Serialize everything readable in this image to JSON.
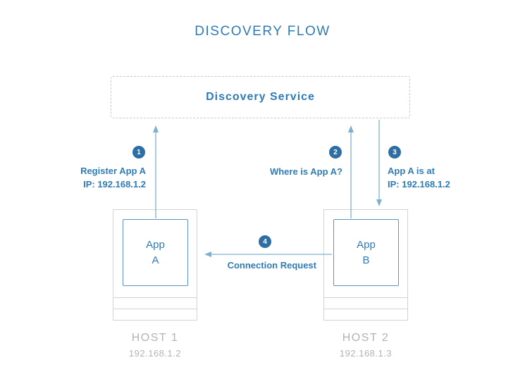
{
  "title": "DISCOVERY FLOW",
  "service": {
    "label": "Discovery Service"
  },
  "hosts": [
    {
      "name": "HOST 1",
      "ip": "192.168.1.2",
      "app_line1": "App",
      "app_line2": "A"
    },
    {
      "name": "HOST 2",
      "ip": "192.168.1.3",
      "app_line1": "App",
      "app_line2": "B"
    }
  ],
  "steps": [
    {
      "number": "1",
      "line1": "Register App A",
      "line2": "IP: 192.168.1.2"
    },
    {
      "number": "2",
      "line1": "Where is App A?"
    },
    {
      "number": "3",
      "line1": "App A is at",
      "line2": "IP: 192.168.1.2"
    },
    {
      "number": "4",
      "line1": "Connection Request"
    }
  ],
  "colors": {
    "accent": "#2f7bb5",
    "arrow": "#7fb0cf",
    "badge": "#2f6ea3",
    "muted": "#b3b3b3"
  }
}
